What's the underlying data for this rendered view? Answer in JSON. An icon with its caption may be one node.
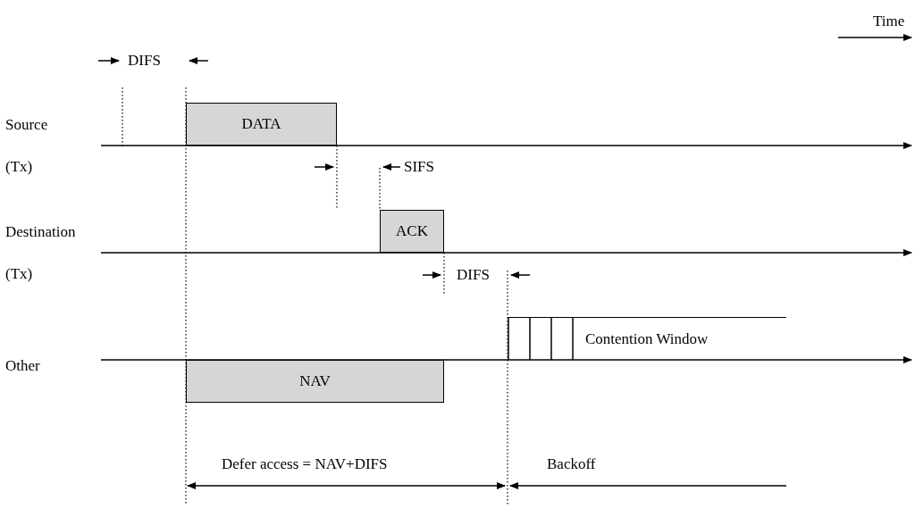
{
  "diagram": {
    "nodes": [
      {
        "text": [
          "DATA"
        ]
      },
      {
        "text": [
          "ACK"
        ]
      },
      {
        "text": [
          "NAV"
        ]
      },
      {
        "text": [
          "Contention Window"
        ]
      }
    ],
    "edges": [],
    "labels": [
      "Time",
      "DIFS",
      "Source",
      "(Tx)",
      "SIFS",
      "Destination",
      "(Tx)",
      "DIFS",
      "Other",
      "Defer access = NAV+DIFS",
      "Backoff"
    ]
  }
}
